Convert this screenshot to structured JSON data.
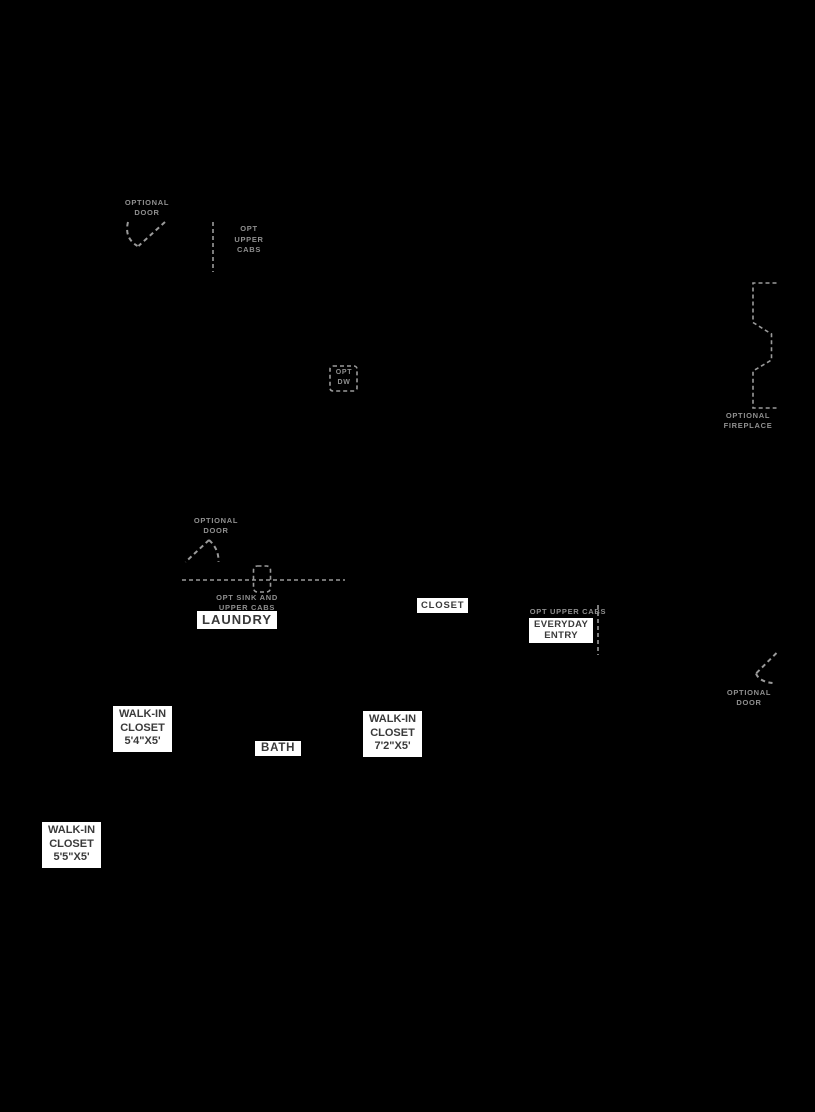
{
  "colors": {
    "background": "#000000",
    "line_gray": "#9a9a9a",
    "label_gray": "#8f8f8f",
    "box_background": "#ffffff",
    "box_text": "#3a3a3a"
  },
  "labels": {
    "optional_door_top": {
      "lines": [
        "OPTIONAL",
        "DOOR"
      ]
    },
    "opt_upper_cabs_top": {
      "lines": [
        "OPT",
        "UPPER",
        "CABS"
      ]
    },
    "opt_dw": {
      "lines": [
        "OPT",
        "DW"
      ]
    },
    "optional_fireplace": {
      "lines": [
        "OPTIONAL",
        "FIREPLACE"
      ]
    },
    "optional_door_mid": {
      "lines": [
        "OPTIONAL",
        "DOOR"
      ]
    },
    "opt_sink_and_upper_cabs": {
      "lines": [
        "OPT SINK AND",
        "UPPER CABS"
      ]
    },
    "laundry": {
      "text": "LAUNDRY"
    },
    "closet": {
      "text": "CLOSET"
    },
    "opt_upper_cabs_entry": {
      "text": "OPT UPPER CABS"
    },
    "everyday_entry": {
      "lines": [
        "EVERYDAY",
        "ENTRY"
      ]
    },
    "optional_door_right": {
      "lines": [
        "OPTIONAL",
        "DOOR"
      ]
    },
    "walk_in_closet_54": {
      "lines": [
        "WALK-IN",
        "CLOSET",
        "5'4\"X5'"
      ]
    },
    "bath": {
      "text": "BATH"
    },
    "walk_in_closet_72": {
      "lines": [
        "WALK-IN",
        "CLOSET",
        "7'2\"X5'"
      ]
    },
    "walk_in_closet_55": {
      "lines": [
        "WALK-IN",
        "CLOSET",
        "5'5\"X5'"
      ]
    }
  }
}
